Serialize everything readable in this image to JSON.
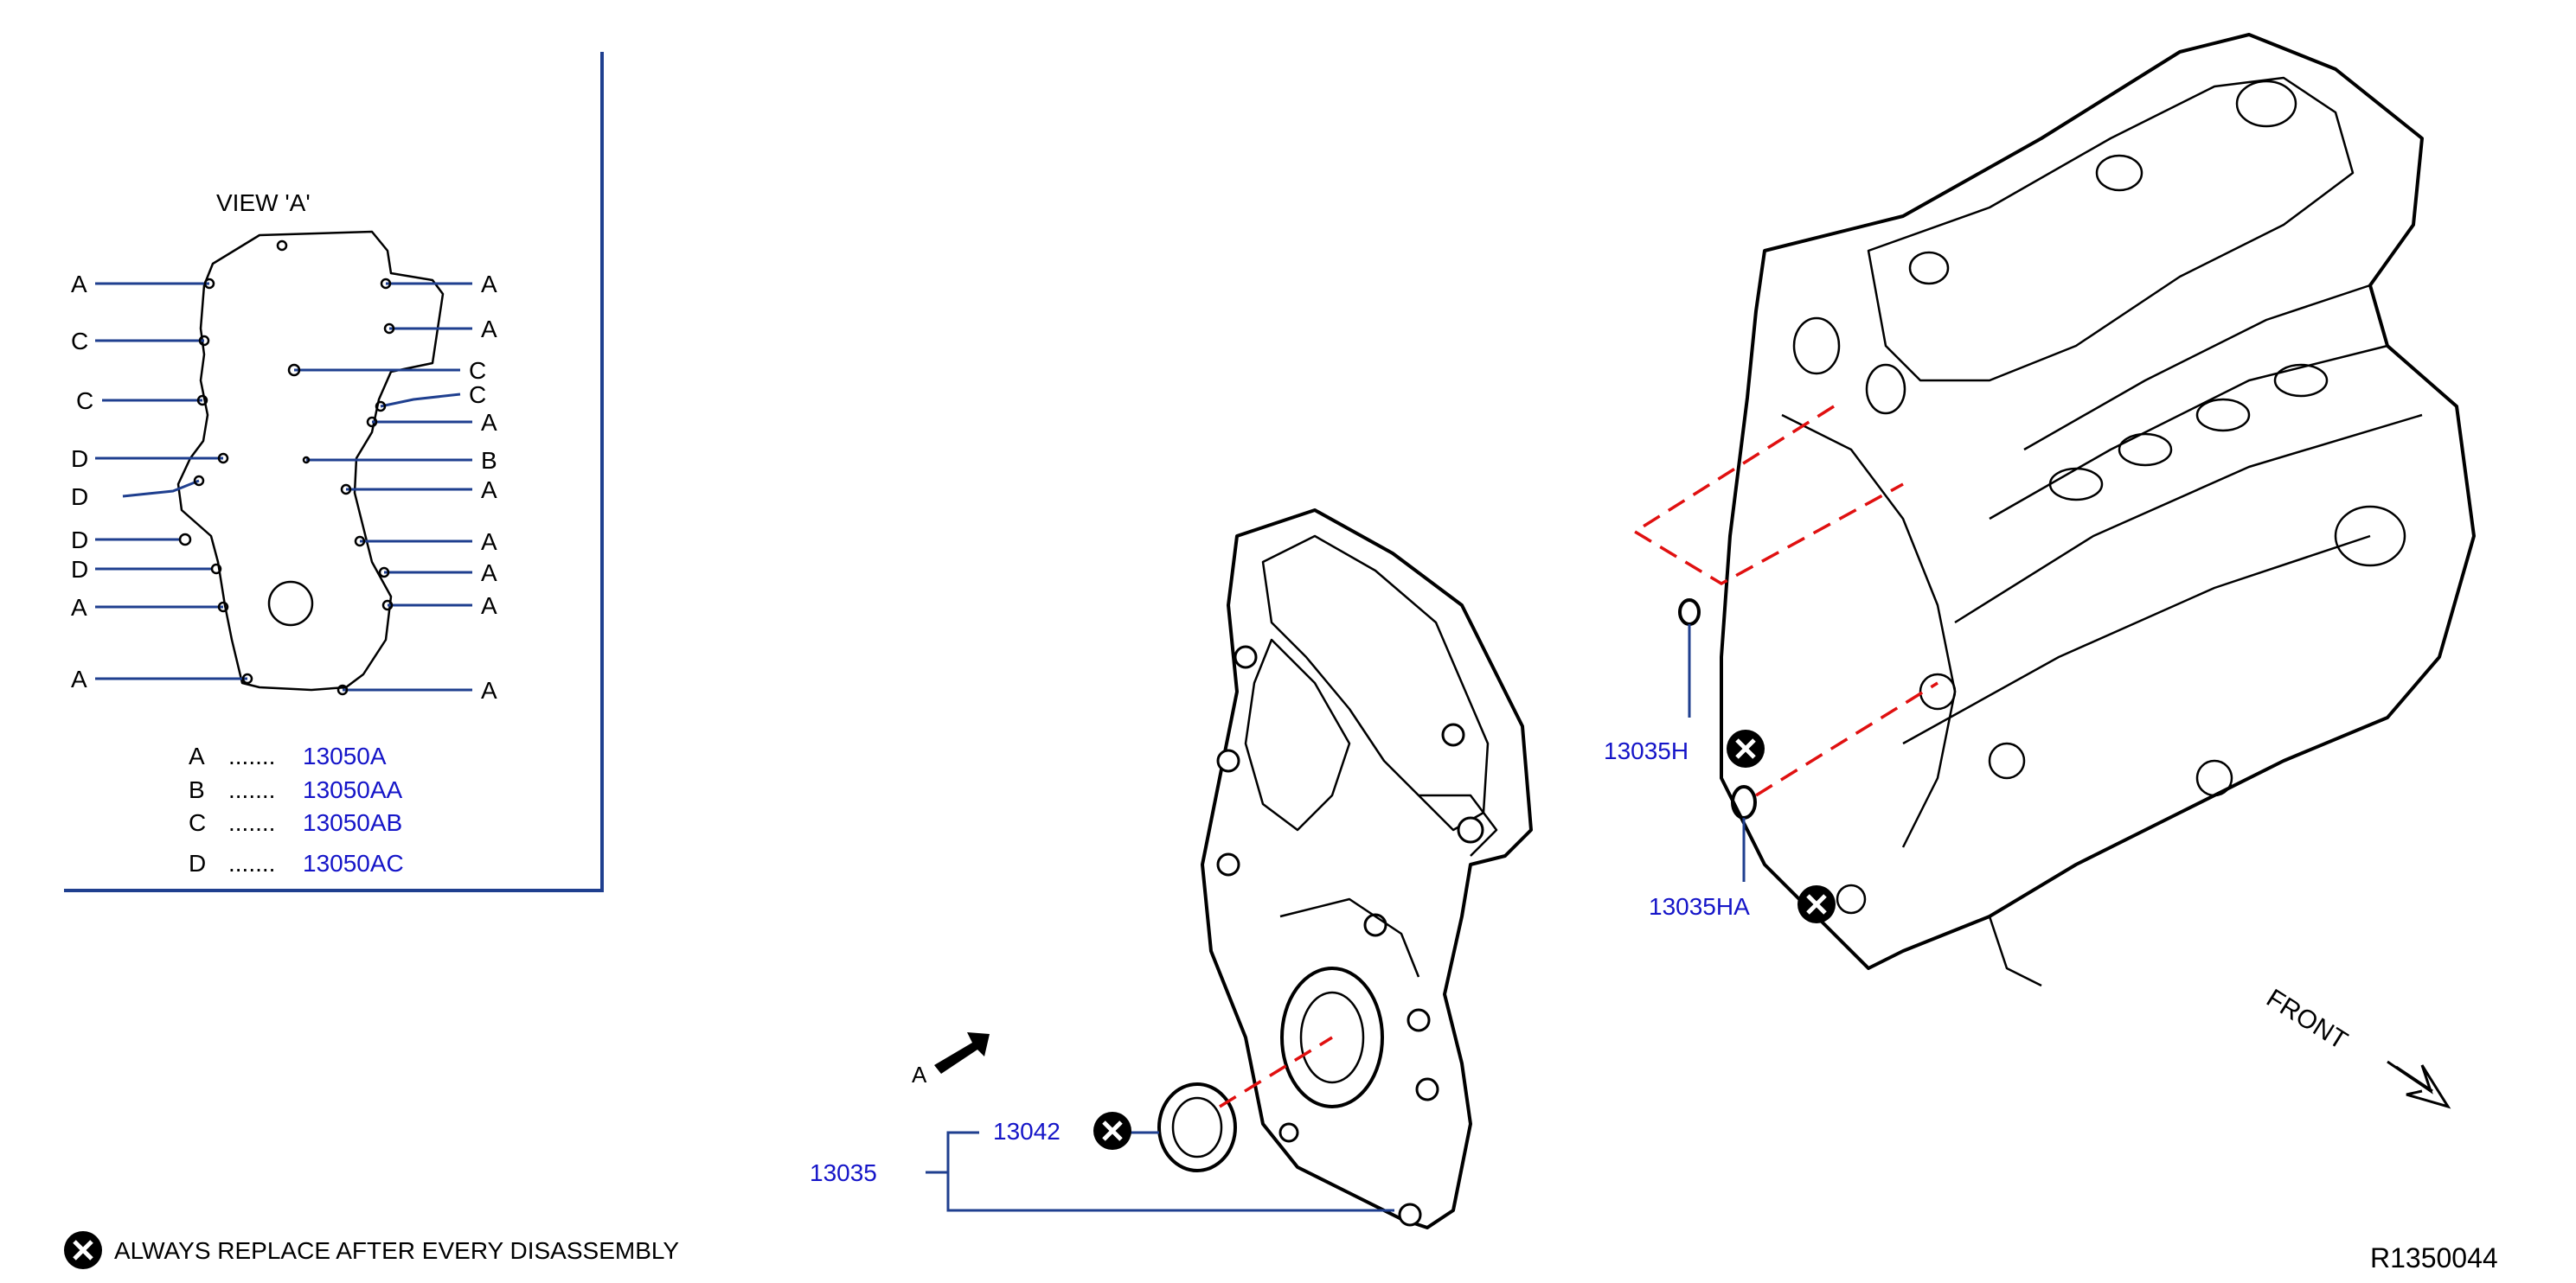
{
  "view_panel": {
    "title": "VIEW   'A'",
    "left_labels": [
      "A",
      "C",
      "C",
      "D",
      "D",
      "D",
      "D",
      "A",
      "A"
    ],
    "right_labels": [
      "A",
      "A",
      "C",
      "C",
      "A",
      "B",
      "A",
      "A",
      "A",
      "A",
      "A"
    ],
    "legend": [
      {
        "key": "A",
        "dots": ".......",
        "part": "13050A"
      },
      {
        "key": "B",
        "dots": ".......",
        "part": "13050AA"
      },
      {
        "key": "C",
        "dots": ".......",
        "part": "13050AB"
      },
      {
        "key": "D",
        "dots": ".......",
        "part": "13050AC"
      }
    ]
  },
  "callouts": {
    "p13035": "13035",
    "p13042": "13042",
    "p13035H": "13035H",
    "p13035HA": "13035HA",
    "view_arrow": "A",
    "front": "FRONT"
  },
  "note": {
    "text": "ALWAYS   REPLACE   AFTER   EVERY   DISASSEMBLY",
    "icon": "replace-x-icon"
  },
  "diagram_id": "R1350044",
  "colors": {
    "part_number": "#1515c8",
    "leader_line": "#1f3f8f",
    "centerline": "#e01010",
    "line_art": "#000000"
  }
}
